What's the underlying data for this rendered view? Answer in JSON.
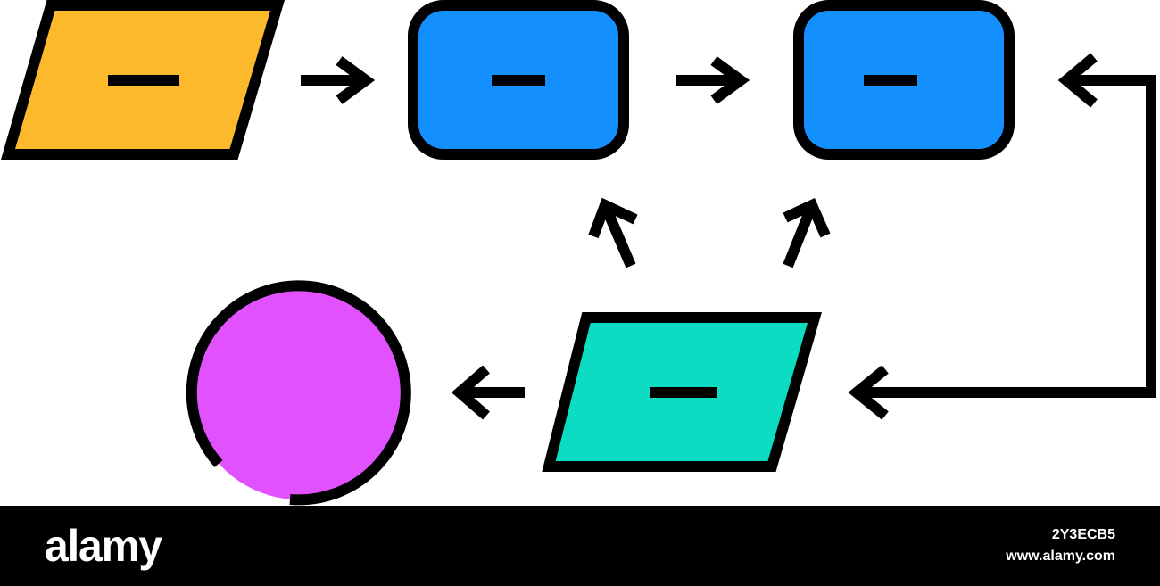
{
  "colors": {
    "outline": "#000000",
    "parallelogram_top_left": "#fdb92c",
    "process_box": "#1490fe",
    "parallelogram_bottom": "#0cdcc2",
    "terminal_circle": "#e152fe"
  },
  "diagram": {
    "nodes": [
      {
        "name": "input-shape",
        "shape": "parallelogram",
        "label": "–"
      },
      {
        "name": "process-box-1",
        "shape": "rounded-rect",
        "label": "–"
      },
      {
        "name": "process-box-2",
        "shape": "rounded-rect",
        "label": "–"
      },
      {
        "name": "data-shape",
        "shape": "parallelogram",
        "label": "–"
      },
      {
        "name": "terminal-circle",
        "shape": "circle",
        "label": ""
      }
    ],
    "edges": [
      {
        "from": "input-shape",
        "to": "process-box-1"
      },
      {
        "from": "process-box-1",
        "to": "process-box-2"
      },
      {
        "from": "data-shape",
        "to": "process-box-1"
      },
      {
        "from": "data-shape",
        "to": "process-box-2"
      },
      {
        "from": "process-box-2",
        "to": "data-shape"
      },
      {
        "from": "data-shape",
        "to": "terminal-circle"
      }
    ]
  },
  "footer": {
    "logo": "alamy",
    "image_id": "2Y3ECB5",
    "site": "www.alamy.com"
  }
}
